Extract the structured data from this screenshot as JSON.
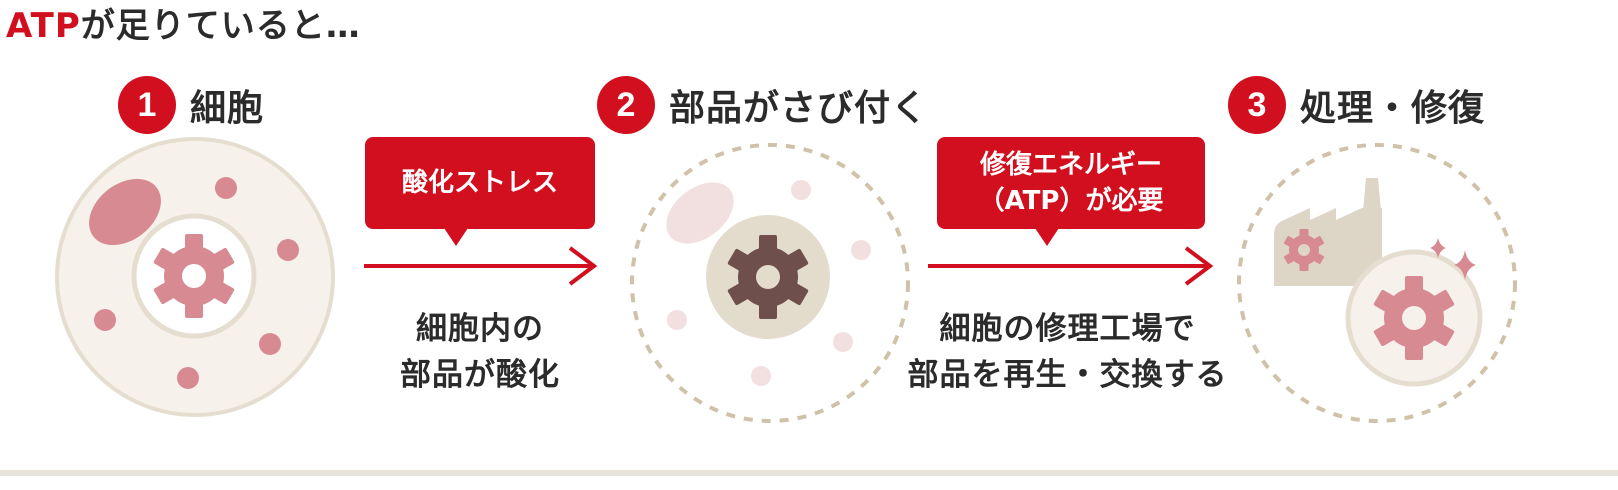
{
  "heading": {
    "accent": "ATP",
    "rest": "が足りていると…"
  },
  "steps": [
    {
      "number": "1",
      "label": "細胞"
    },
    {
      "number": "2",
      "label": "部品がさび付く"
    },
    {
      "number": "3",
      "label": "処理・修復"
    }
  ],
  "transitions": [
    {
      "callout_lines": [
        "酸化ストレス"
      ],
      "caption_lines": [
        "細胞内の",
        "部品が酸化"
      ]
    },
    {
      "callout_lines": [
        "修復エネルギー",
        "（ATP）が必要"
      ],
      "caption_lines": [
        "細胞の修理工場で",
        "部品を再生・交換する"
      ]
    }
  ],
  "colors": {
    "accent": "#d20f1e",
    "cell_body": "#f6f1ea",
    "cell_border": "#e5ded0",
    "healthy_gear": "#d88a92",
    "rusted_gear": "#6e4f4c",
    "rusted_core": "#e3dccd",
    "factory": "#ddd5c5",
    "dashed_outline": "#cfc2a8"
  },
  "icons": [
    "gear-icon",
    "factory-icon",
    "sparkle-icon",
    "arrow-right-icon"
  ]
}
